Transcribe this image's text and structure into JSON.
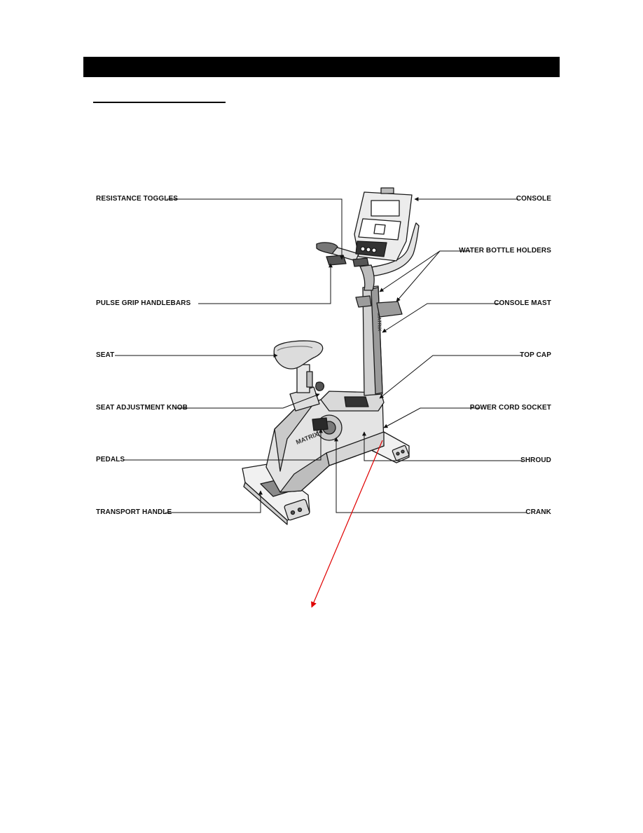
{
  "header": {
    "bar_color": "#000000"
  },
  "labels": {
    "resistance_toggles": "RESISTANCE TOGGLES",
    "pulse_grip_handlebars": "PULSE GRIP HANDLEBARS",
    "seat": "SEAT",
    "seat_adjustment_knob": "SEAT ADJUSTMENT KNOB",
    "pedals": "PEDALS",
    "transport_handle": "TRANSPORT HANDLE",
    "console": "CONSOLE",
    "water_bottle_holders": "WATER BOTTLE HOLDERS",
    "console_mast": "CONSOLE MAST",
    "top_cap": "TOP CAP",
    "power_cord_socket": "POWER CORD SOCKET",
    "shroud": "SHROUD",
    "crank": "CRANK"
  },
  "brand_text": "MATRIX",
  "annotation_arrow_color": "#e00000"
}
